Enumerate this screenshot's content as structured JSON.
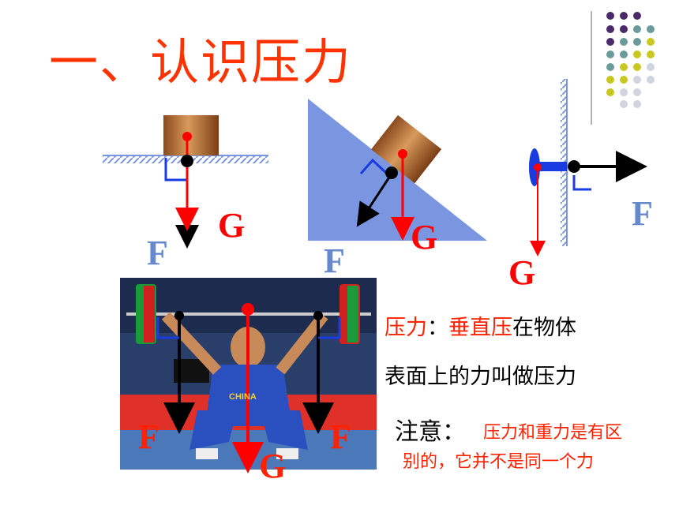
{
  "title": "一、认识压力",
  "labels": {
    "g1": "G",
    "f1": "F",
    "g2": "G",
    "f2": "F",
    "f3": "F",
    "g3": "G",
    "f4_left": "F",
    "g4": "G",
    "f4_right": "F"
  },
  "definition": {
    "part1": "压力",
    "part2": "：",
    "part3": "垂直压",
    "part4": "在物体",
    "line2": "表面上的力叫做压力"
  },
  "note": {
    "head": "注意：",
    "line1": "压力和重力是有区",
    "line2": "别的，它并不是同一个力"
  },
  "photo_text": "CHINA",
  "colors": {
    "title": "#ff3300",
    "gravity": "#ff0000",
    "force_label": "#6688cc",
    "incline": "#7b96e0",
    "dots": [
      "#4b2a6b",
      "#6a9a9a",
      "#c8c820",
      "#d0d4e0"
    ]
  }
}
